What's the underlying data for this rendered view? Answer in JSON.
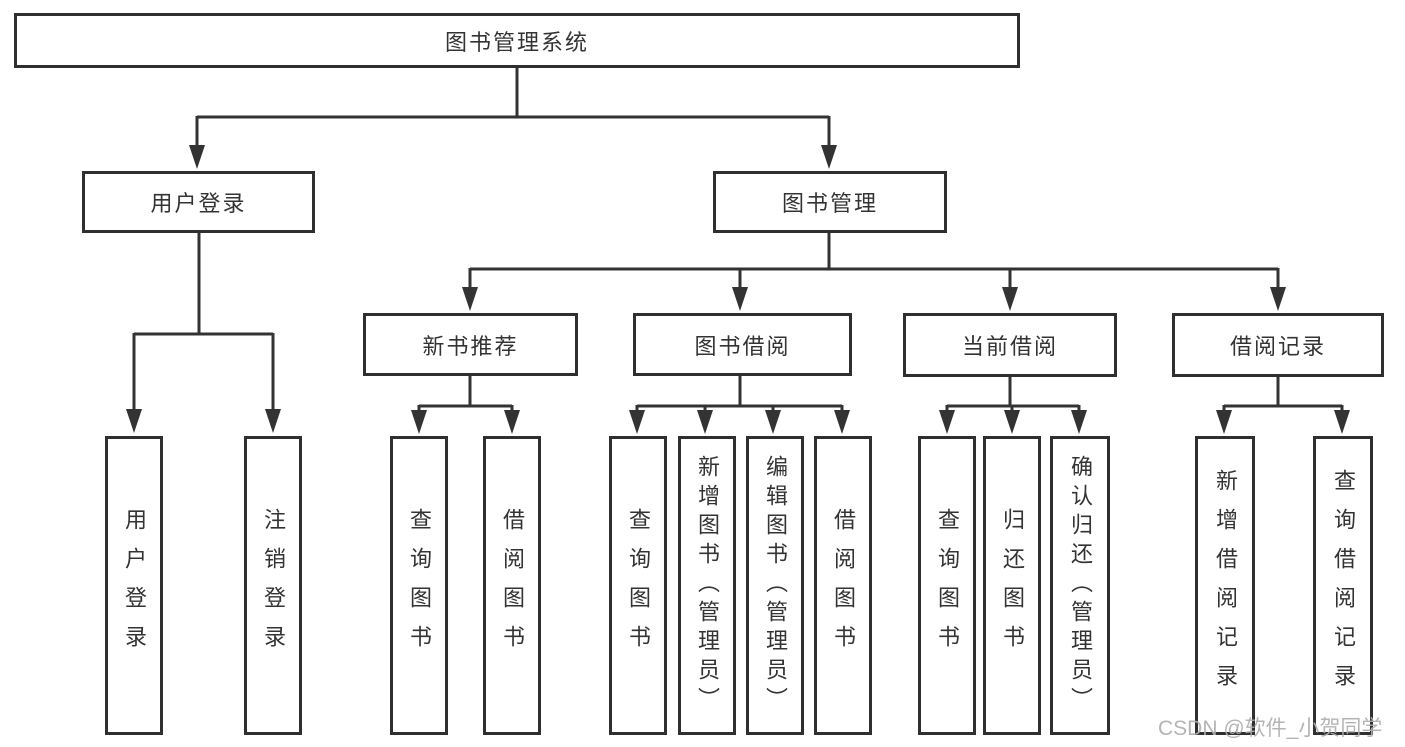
{
  "tree": {
    "label": "图书管理系统",
    "children": [
      {
        "label": "用户登录",
        "children": [
          {
            "label": "用户登录"
          },
          {
            "label": "注销登录"
          }
        ]
      },
      {
        "label": "图书管理",
        "children": [
          {
            "label": "新书推荐",
            "children": [
              {
                "label": "查询图书"
              },
              {
                "label": "借阅图书"
              }
            ]
          },
          {
            "label": "图书借阅",
            "children": [
              {
                "label": "查询图书"
              },
              {
                "label": "新增图书（管理员）"
              },
              {
                "label": "编辑图书（管理员）"
              },
              {
                "label": "借阅图书"
              }
            ]
          },
          {
            "label": "当前借阅",
            "children": [
              {
                "label": "查询图书"
              },
              {
                "label": "归还图书"
              },
              {
                "label": "确认归还（管理员）"
              }
            ]
          },
          {
            "label": "借阅记录",
            "children": [
              {
                "label": "新增借阅记录"
              },
              {
                "label": "查询借阅记录"
              }
            ]
          }
        ]
      }
    ]
  },
  "watermark": "CSDN @软件_小贺同学",
  "colors": {
    "line": "#333333",
    "box_border": "#2f2f2f",
    "text": "#333333",
    "watermark_text": "#aeaeae",
    "background": "#ffffff"
  }
}
